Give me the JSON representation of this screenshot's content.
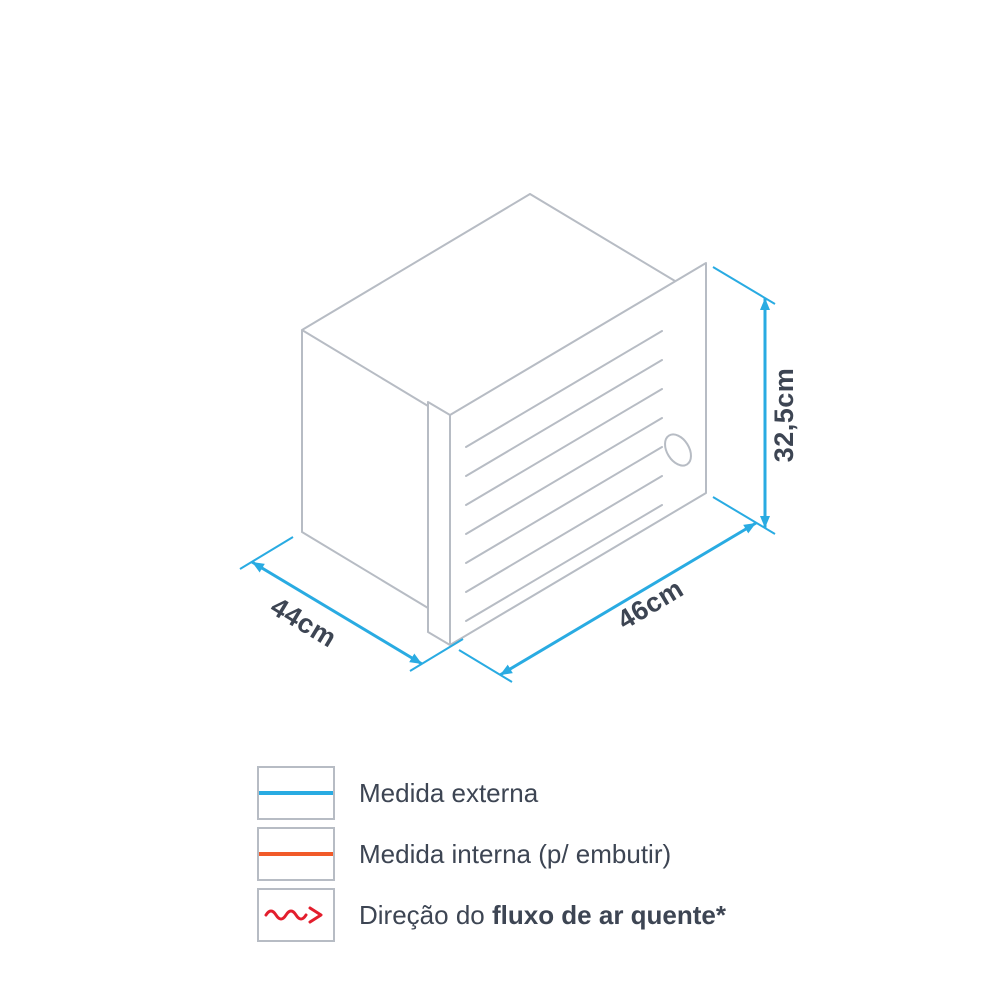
{
  "diagram": {
    "dimensions": {
      "height": "32,5cm",
      "depth": "44cm",
      "width": "46cm"
    }
  },
  "legend": {
    "items": [
      {
        "symbol": "blue-horizontal-line",
        "color": "#29abe2",
        "label": "Medida externa"
      },
      {
        "symbol": "orange-horizontal-line",
        "color": "#f15a29",
        "label": "Medida interna (p/ embutir)"
      },
      {
        "symbol": "red-wavy-arrow",
        "color": "#e31e2d",
        "label_regular": "Direção do ",
        "label_bold": "fluxo de ar quente*"
      }
    ]
  },
  "colors": {
    "dimension_accent": "#29abe2",
    "internal_measure": "#f15a29",
    "airflow": "#e31e2d",
    "drawing_outline": "#b7bcc4",
    "text": "#3d4553"
  }
}
